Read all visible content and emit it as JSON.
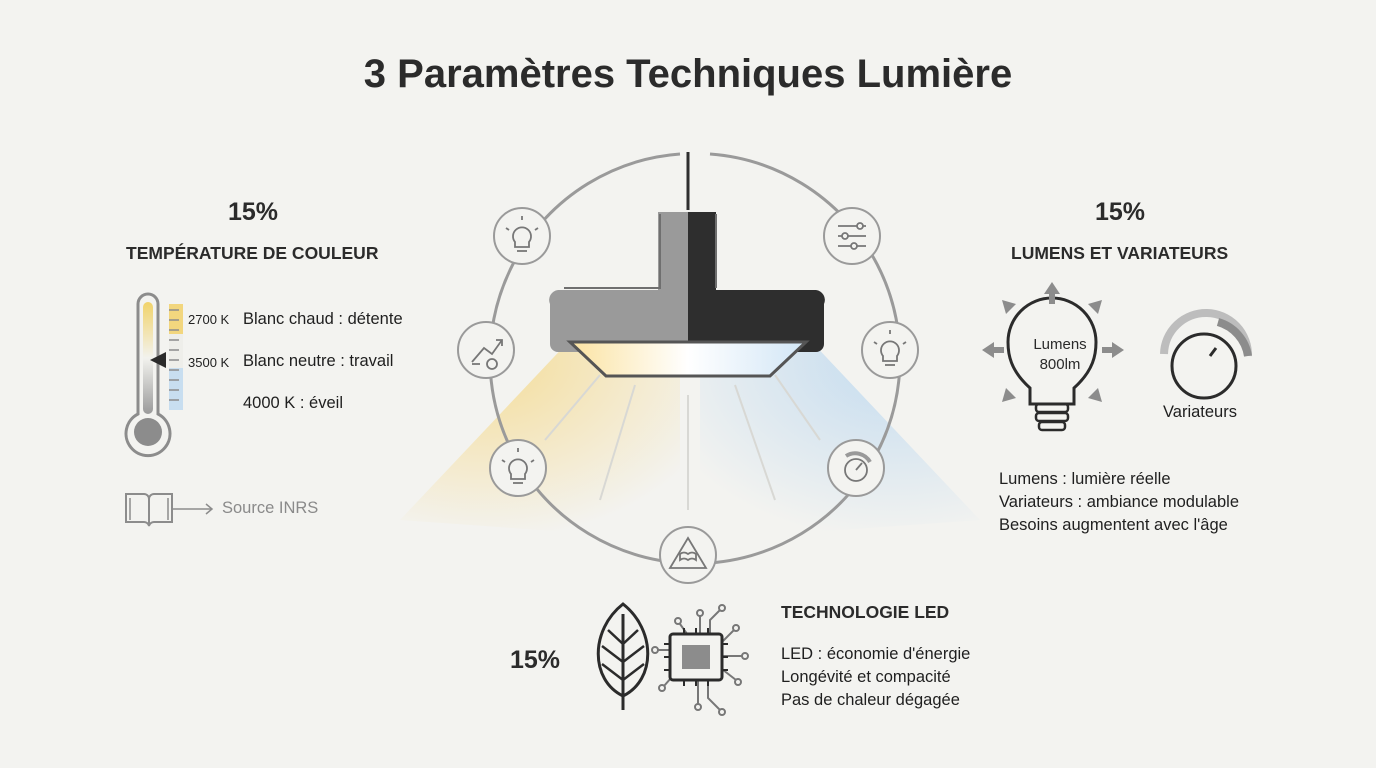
{
  "title": "3 Paramètres Techniques Lumière",
  "temperature": {
    "percent": "15%",
    "heading": "TEMPÉRATURE DE COULEUR",
    "scale": [
      {
        "k": "2700 K",
        "label": "Blanc chaud : détente"
      },
      {
        "k": "3500 K",
        "label": "Blanc neutre : travail"
      },
      {
        "k": "",
        "label": "4000 K : éveil"
      }
    ],
    "source": "Source INRS",
    "icons": [
      "thermometer-icon",
      "book-icon",
      "arrow-right-icon"
    ]
  },
  "lumens": {
    "percent": "15%",
    "heading": "LUMENS ET VARIATEURS",
    "bulb_line1": "Lumens",
    "bulb_line2": "800lm",
    "dial_label": "Variateurs",
    "lines": [
      "Lumens : lumière réelle",
      "Variateurs : ambiance modulable",
      "Besoins augmentent avec l'âge"
    ],
    "icons": [
      "light-bulb-icon",
      "dimmer-dial-icon"
    ]
  },
  "led": {
    "percent": "15%",
    "heading": "TECHNOLOGIE LED",
    "lines": [
      "LED : économie d'énergie",
      "Longévité et compacité",
      "Pas de chaleur dégagée"
    ],
    "icons": [
      "leaf-icon",
      "chip-icon"
    ]
  },
  "center": {
    "icons": [
      "bulb-icon",
      "sliders-icon",
      "growth-gear-icon",
      "bulb-icon",
      "bulb-icon",
      "dial-icon",
      "triangle-book-icon"
    ],
    "colors": {
      "warm": "#f5d98a",
      "cool": "#bcd8ef",
      "lamp_light": "#9a9a9a",
      "lamp_dark": "#2e2e2e"
    }
  }
}
